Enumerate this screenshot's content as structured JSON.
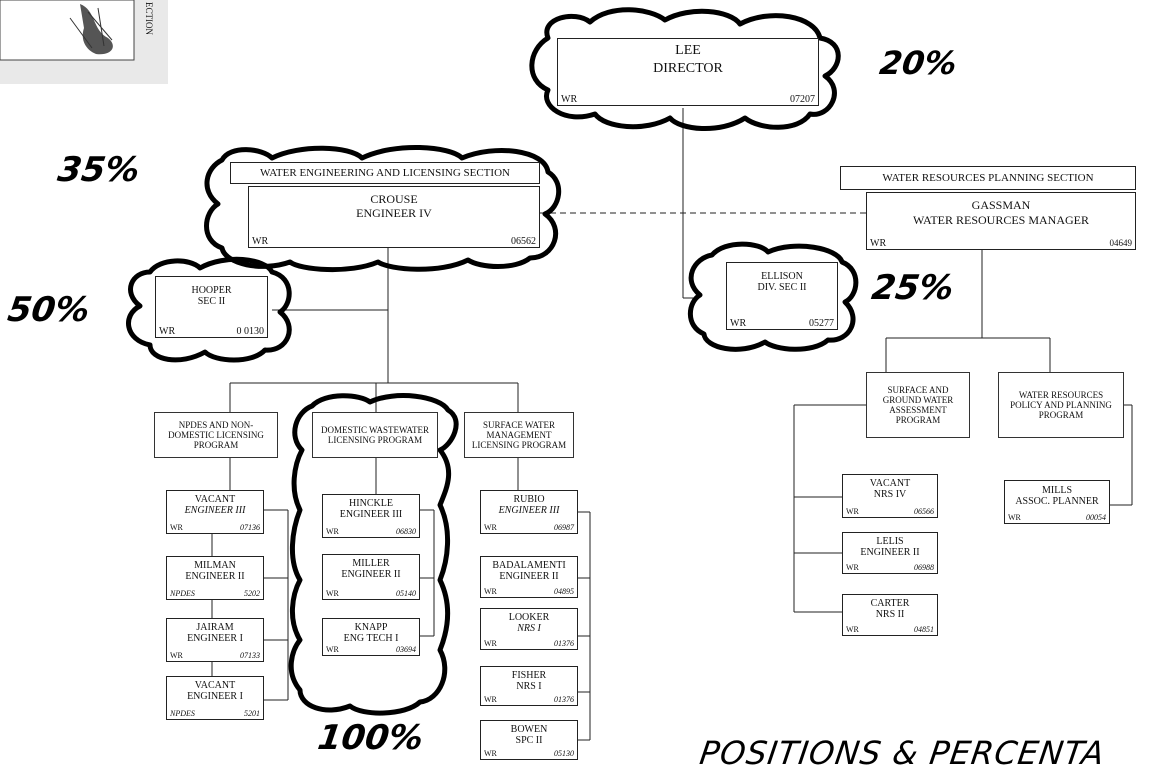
{
  "director": {
    "name": "LEE",
    "title": "DIRECTOR",
    "org": "WR",
    "number": "07207",
    "pct": "20%"
  },
  "welsection": {
    "label": "WATER ENGINEERING AND LICENSING SECTION",
    "name": "CROUSE",
    "title": "ENGINEER IV",
    "org": "WR",
    "number": "06562",
    "pct": "35%"
  },
  "hooper": {
    "name": "HOOPER",
    "title": "SEC II",
    "org": "WR",
    "number": "0 0130",
    "pct": "50%"
  },
  "planning": {
    "label": "WATER RESOURCES PLANNING SECTION",
    "name": "GASSMAN",
    "title": "WATER RESOURCES MANAGER",
    "org": "WR",
    "number": "04649"
  },
  "ellison": {
    "name": "ELLISON",
    "title": "DIV. SEC II",
    "org": "WR",
    "number": "05277",
    "pct": "25%"
  },
  "programs": {
    "npdes": "NPDES AND NON-DOMESTIC LICENSING PROGRAM",
    "domestic": "DOMESTIC WASTEWATER LICENSING PROGRAM",
    "surface": "SURFACE WATER MANAGEMENT LICENSING PROGRAM",
    "assessment": "SURFACE AND GROUND WATER ASSESSMENT PROGRAM",
    "policy": "WATER RESOURCES POLICY AND PLANNING PROGRAM"
  },
  "domestic_pct": "100%",
  "npdes_staff": [
    {
      "name": "VACANT",
      "title": "ENGINEER III",
      "org": "WR",
      "number": "07136"
    },
    {
      "name": "MILMAN",
      "title": "ENGINEER II",
      "org": "NPDES",
      "number": "5202"
    },
    {
      "name": "JAIRAM",
      "title": "ENGINEER I",
      "org": "WR",
      "number": "07133"
    },
    {
      "name": "VACANT",
      "title": "ENGINEER I",
      "org": "NPDES",
      "number": "5201"
    }
  ],
  "domestic_staff": [
    {
      "name": "HINCKLE",
      "title": "ENGINEER III",
      "org": "WR",
      "number": "06830"
    },
    {
      "name": "MILLER",
      "title": "ENGINEER II",
      "org": "WR",
      "number": "05140"
    },
    {
      "name": "KNAPP",
      "title": "ENG TECH I",
      "org": "WR",
      "number": "03694"
    }
  ],
  "surface_staff": [
    {
      "name": "RUBIO",
      "title": "ENGINEER III",
      "org": "WR",
      "number": "06987"
    },
    {
      "name": "BADALAMENTI",
      "title": "ENGINEER II",
      "org": "WR",
      "number": "04895"
    },
    {
      "name": "LOOKER",
      "title": "NRS I",
      "org": "WR",
      "number": "01376"
    },
    {
      "name": "FISHER",
      "title": "NRS I",
      "org": "WR",
      "number": "01376"
    },
    {
      "name": "BOWEN",
      "title": "SPC II",
      "org": "WR",
      "number": "05130"
    }
  ],
  "assessment_staff": [
    {
      "name": "VACANT",
      "title": "NRS IV",
      "org": "WR",
      "number": "06566"
    },
    {
      "name": "LELIS",
      "title": "ENGINEER II",
      "org": "WR",
      "number": "06988"
    },
    {
      "name": "CARTER",
      "title": "NRS II",
      "org": "WR",
      "number": "04851"
    }
  ],
  "policy_staff": [
    {
      "name": "MILLS",
      "title": "ASSOC. PLANNER",
      "org": "WR",
      "number": "00054"
    }
  ],
  "stamp_text": "ECTION",
  "footer_note": "POSITIONS & PERCENTA"
}
